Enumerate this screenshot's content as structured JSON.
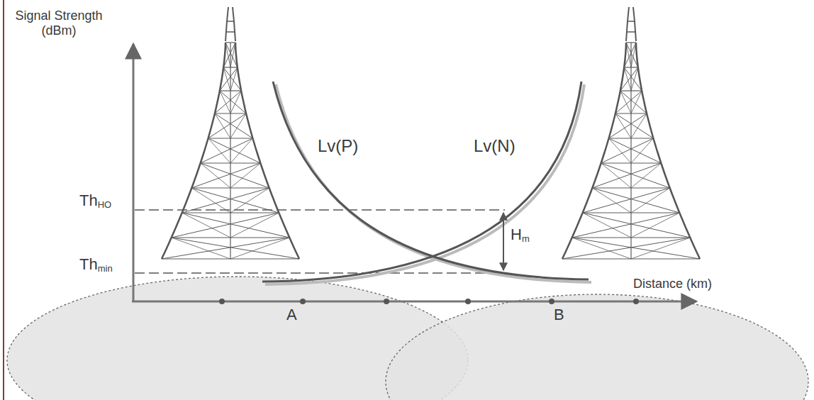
{
  "diagram": {
    "labels": [
      "Signal Strength (dBm)",
      "Lv(P)",
      "Lv(N)",
      "Th",
      "HO",
      "Th",
      "min",
      "H",
      "m",
      "Distance (km)",
      "A",
      "B"
    ]
  }
}
